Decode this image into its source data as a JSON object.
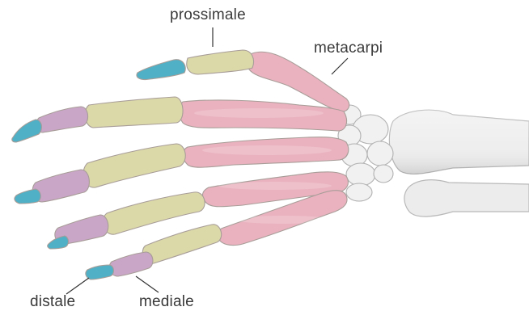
{
  "labels": {
    "prossimale": "prossimale",
    "metacarpi": "metacarpi",
    "distale": "distale",
    "mediale": "mediale"
  },
  "colors": {
    "proximal_phalanx": "#dcd9a9",
    "middle_phalanx": "#c9a6c7",
    "distal_phalanx": "#4fb0c6",
    "metacarpal": "#eab2bf",
    "carpal": "#f0f0f0",
    "forearm": "#ececec",
    "bone_outline": "#a89d98",
    "leader_line": "#333333",
    "text": "#3a3a3a"
  }
}
